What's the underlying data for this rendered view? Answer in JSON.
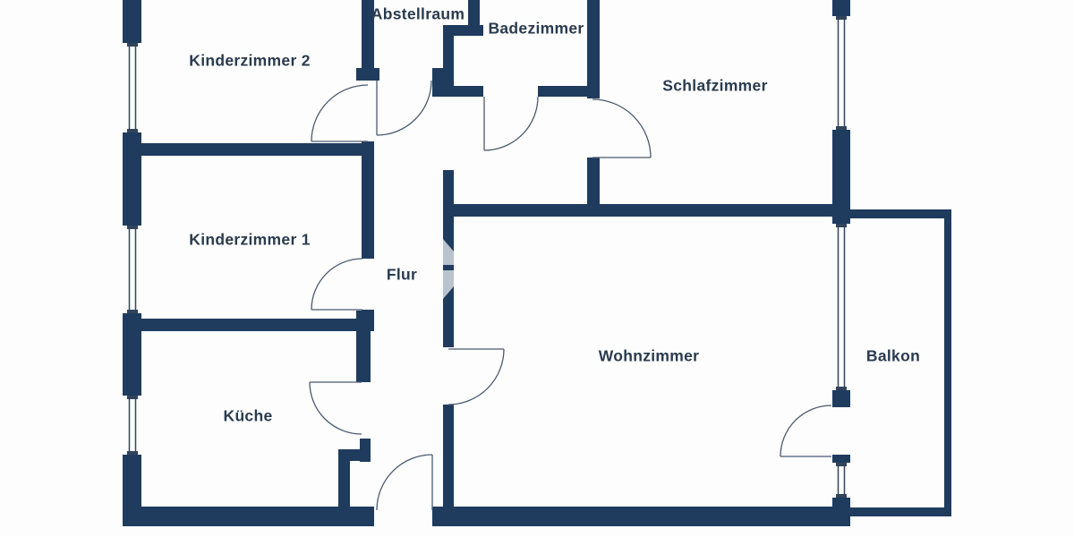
{
  "plan": {
    "language": "de",
    "type": "apartment-floor-plan"
  },
  "colors": {
    "wall": "#1f3c5e",
    "label": "#2a3b4f",
    "door_arc": "#4a5a70",
    "glazing": "#32445c",
    "watermark": "#b9c3cd",
    "background": "#fdfdfd"
  },
  "rooms": [
    {
      "id": "kinderzimmer-2",
      "label": "Kinderzimmer 2"
    },
    {
      "id": "abstellraum",
      "label": "Abstellraum"
    },
    {
      "id": "badezimmer",
      "label": "Badezimmer"
    },
    {
      "id": "schlafzimmer",
      "label": "Schlafzimmer"
    },
    {
      "id": "kinderzimmer-1",
      "label": "Kinderzimmer 1"
    },
    {
      "id": "flur",
      "label": "Flur"
    },
    {
      "id": "kueche",
      "label": "Küche"
    },
    {
      "id": "wohnzimmer",
      "label": "Wohnzimmer"
    },
    {
      "id": "balkon",
      "label": "Balkon"
    }
  ]
}
